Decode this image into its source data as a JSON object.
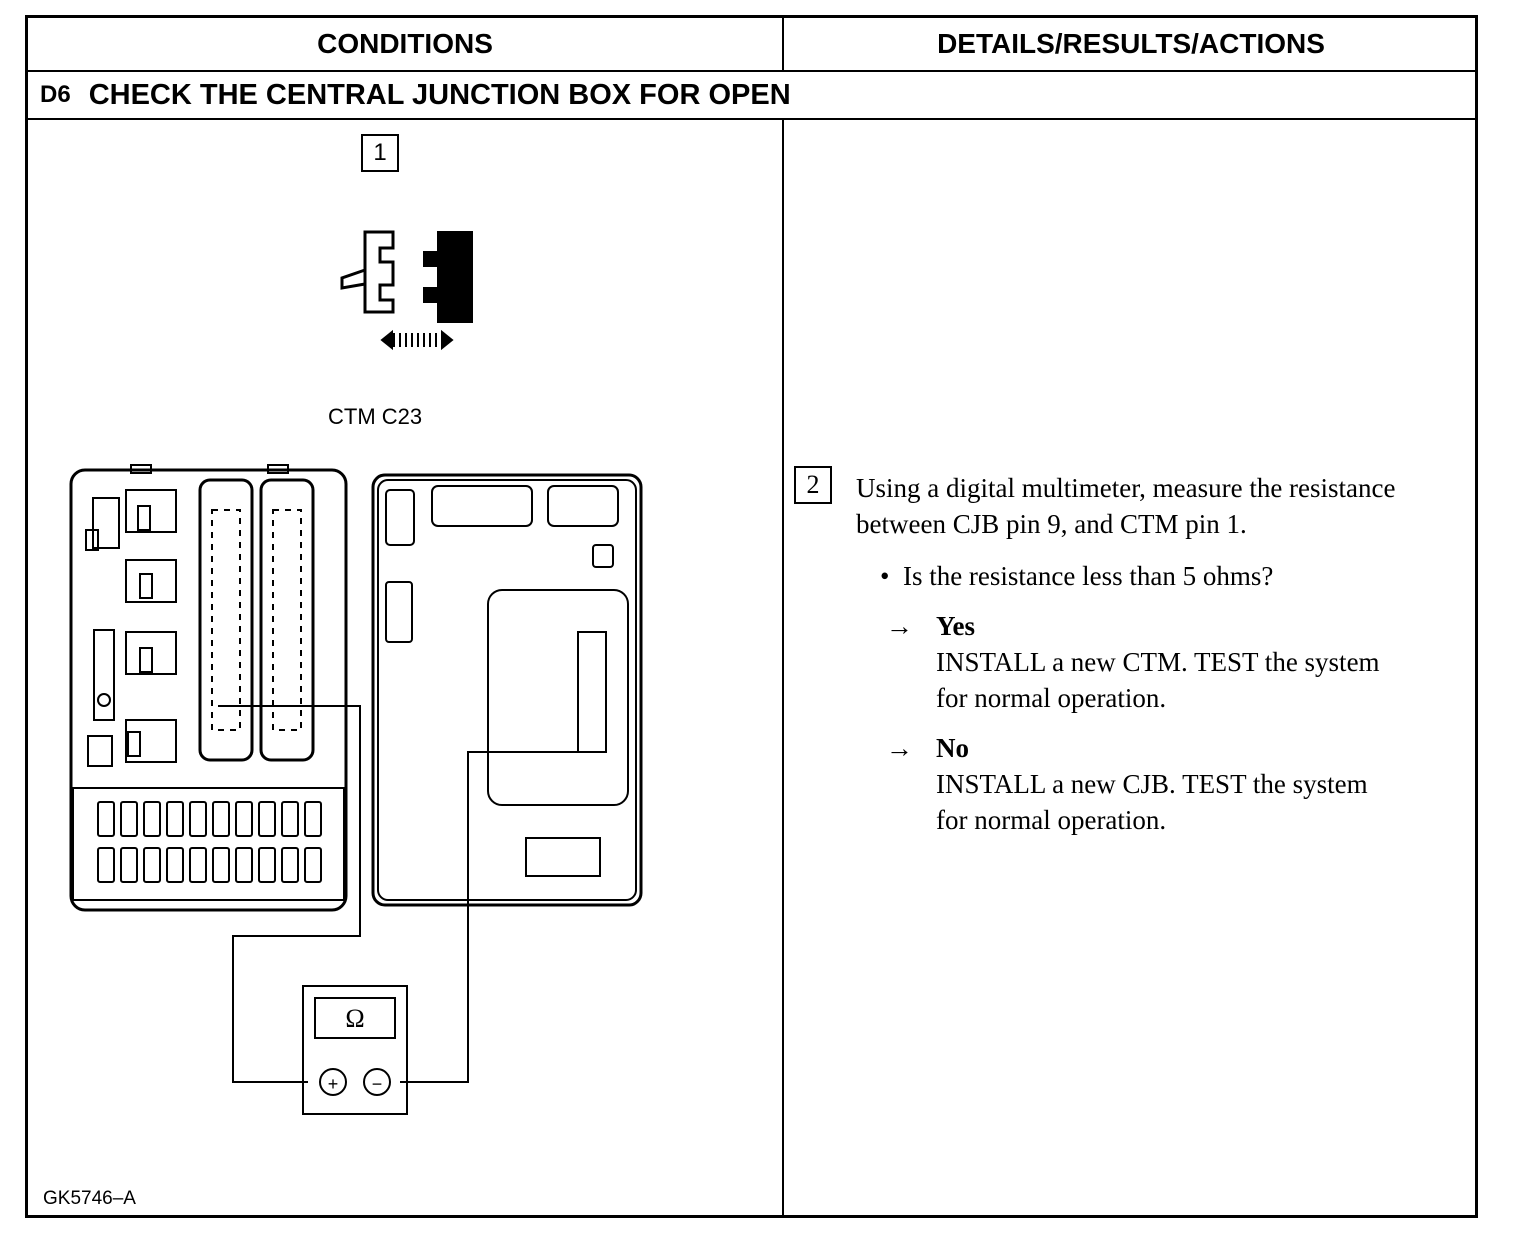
{
  "header": {
    "conditions": "CONDITIONS",
    "details": "DETAILS/RESULTS/ACTIONS"
  },
  "section": {
    "id": "D6",
    "title": "CHECK THE CENTRAL JUNCTION BOX FOR OPEN"
  },
  "diagram": {
    "step_number": "1",
    "connector_label": "CTM C23",
    "meter_symbol": "Ω",
    "meter_plus": "+",
    "meter_minus": "−",
    "figure_id": "GK5746–A"
  },
  "details": {
    "step_number": "2",
    "instruction": "Using a digital multimeter, measure the resistance between CJB pin 9, and CTM pin 1.",
    "question": "Is the resistance less than 5 ohms?",
    "answers": [
      {
        "label": "Yes",
        "action_line1": "INSTALL a new CTM. TEST the system",
        "action_line2": "for normal operation."
      },
      {
        "label": "No",
        "action_line1": "INSTALL a new CJB. TEST the system",
        "action_line2": "for normal operation."
      }
    ]
  },
  "icons": {
    "arrow": "right-arrow-icon",
    "bullet": "bullet-icon"
  }
}
